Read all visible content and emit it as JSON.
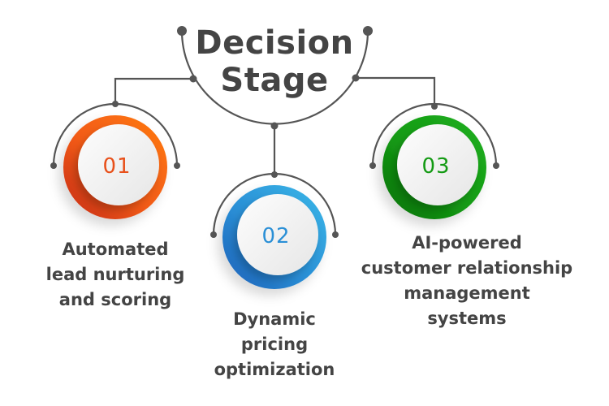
{
  "title": {
    "line1": "Decision",
    "line2": "Stage"
  },
  "colors": {
    "connector": "#555555",
    "text": "#444444",
    "orange": "#f26b1d",
    "orange_dark": "#c9341a",
    "blue": "#2f9ad9",
    "blue_dark": "#1f6fc0",
    "green": "#1aa31a",
    "green_dark": "#0d7a0d"
  },
  "steps": [
    {
      "number": "01",
      "color": "orange",
      "lines": [
        "Automated",
        "lead nurturing",
        "and scoring"
      ]
    },
    {
      "number": "02",
      "color": "blue",
      "lines": [
        "Dynamic",
        "pricing",
        "optimization"
      ]
    },
    {
      "number": "03",
      "color": "green",
      "lines": [
        "AI-powered",
        "customer relationship",
        "management",
        "systems"
      ]
    }
  ]
}
